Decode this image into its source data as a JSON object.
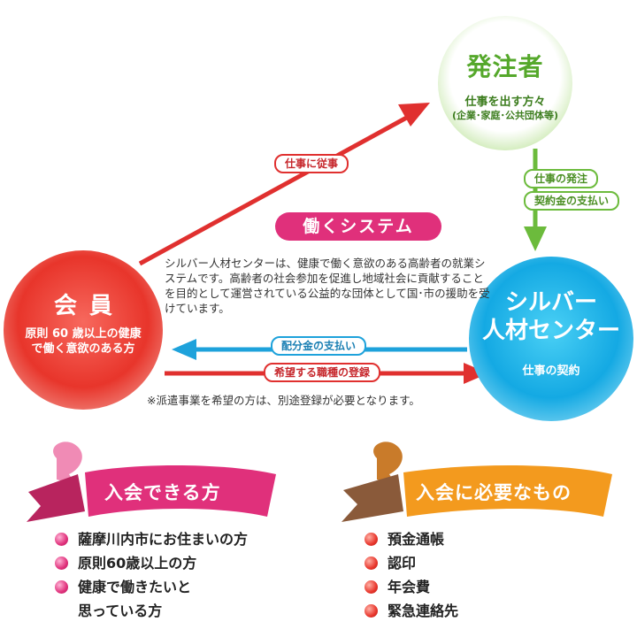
{
  "nodes": {
    "client": {
      "title": "発注者",
      "sub1": "仕事を出す方々",
      "sub2": "(企業･家庭･公共団体等)"
    },
    "member": {
      "title": "会員",
      "desc": "原則 60 歳以上の健康で働く意欲のある方"
    },
    "center": {
      "title_line1": "シルバー",
      "title_line2": "人材センター",
      "sub": "仕事の契約"
    }
  },
  "edges": {
    "member_to_client": "仕事に従事",
    "client_to_center_1": "仕事の発注",
    "client_to_center_2": "契約金の支払い",
    "center_to_member": "配分金の支払い",
    "member_to_center": "希望する職種の登録"
  },
  "system": {
    "title": "働くシステム",
    "desc": "シルバー人材センターは、健康で働く意欲のある高齢者の就業システムです。高齢者の社会参加を促進し地域社会に貢献することを目的として運営されている公益的な団体として国･市の援助を受けています。",
    "note": "※派遣事業を希望の方は、別途登録が必要となります。"
  },
  "eligibility": {
    "title": "入会できる方",
    "items": [
      "薩摩川内市にお住まいの方",
      "原則60歳以上の方",
      "健康で働きたいと",
      "思っている方"
    ]
  },
  "requirements": {
    "title": "入会に必要なもの",
    "items": [
      "預金通帳",
      "認印",
      "年会費",
      "緊急連絡先"
    ]
  },
  "colors": {
    "red": "#e8352b",
    "green": "#6cbb3c",
    "blue": "#1ea2db",
    "pink": "#e0307b",
    "orange": "#f39a1e"
  }
}
